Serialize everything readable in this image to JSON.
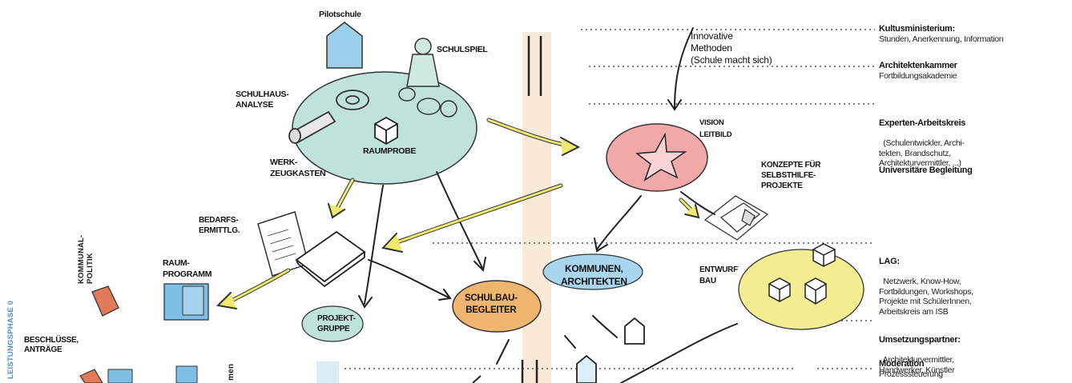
{
  "diagram": {
    "nodes": {
      "pilotschule": "Pilotschule",
      "schulspiel": "SCHULSPIEL",
      "schulhausanalyse": "SCHULHAUS-\nANALYSE",
      "raumprobe": "RAUMPROBE",
      "werkzeugkasten": "WERK-\nZEUGKASTEN",
      "innovative": "Innovative\nMethoden\n(Schule macht sich)",
      "vision": "VISION\nLEITBILD",
      "konzepte": "KONZEPTE FÜR\nSELBSTHILFE-\nPROJEKTE",
      "bedarf": "BEDARFS-\nERMITTLG.",
      "raumprogramm": "RAUM-\nPROGRAMM",
      "kommunen": "KOMMUNEN,\nARCHITEKTEN",
      "entwurf": "ENTWURF\nBAU",
      "schulbau": "SCHULBAU-\nBEGLEITER",
      "projektgruppe": "PROJEKT-\nGRUPPE",
      "beschluesse": "BESCHLÜSSE,\nANTRÄGE",
      "kommunalpolitik": "KOMMUNAL-\nPOLITIK",
      "leistungsphase": "LEISTUNGSPHASE 0",
      "men": "men"
    },
    "stakeholders": [
      {
        "title": "Kultusministerium:",
        "detail": "Stunden, Anerkennung, Information"
      },
      {
        "title": "Architektenkammer",
        "detail": "Fortbildungsakademie"
      },
      {
        "title": "Experten-Arbeitskreis",
        "detail": "(Schulentwickler, Archi-\ntekten, Brandschutz,\nArchitekturvermittler, ...)"
      },
      {
        "title": "Universitäre Begleitung",
        "detail": ""
      },
      {
        "title": "LAG:",
        "detail": "Netzwerk, Know-How,\nFortbildungen, Workshops,\nProjekte mit SchülerInnen,\nArbeitskreis am ISB"
      },
      {
        "title": "Umsetzungspartner:",
        "detail": "Architekturvermittler,\nHandwerker, Künstler"
      },
      {
        "title": "Moderation",
        "detail": "Prozesssteuerung"
      }
    ],
    "colors": {
      "teal": "#bfe3da",
      "pink": "#eea6a6",
      "orange": "#efb46e",
      "yellow": "#f3ec8e",
      "blue": "#7fbfe6",
      "arrowYellow": "#f0ea6c",
      "salmon": "#e07a5a",
      "beam": "#f5ddc4"
    }
  }
}
